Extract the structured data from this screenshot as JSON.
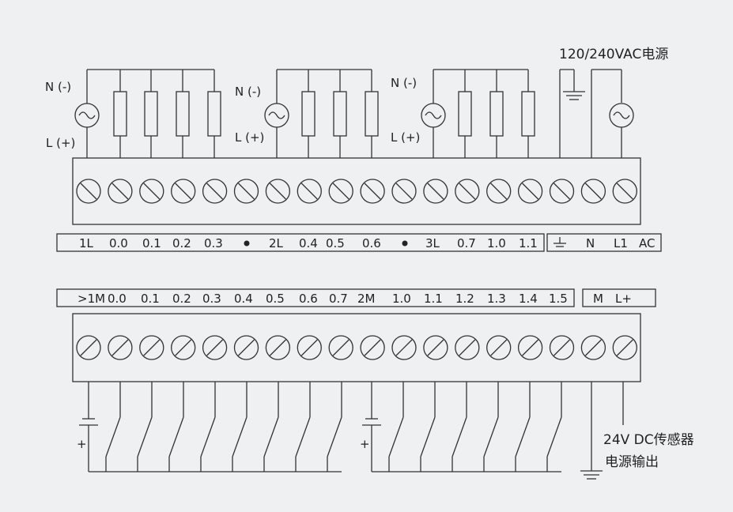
{
  "top_labels": {
    "ac_supply": "120/240VAC电源",
    "neutral_1": "N (-)",
    "line_1": "L (+)",
    "neutral_2": "N (-)",
    "line_2": "L (+)",
    "neutral_3": "N (-)",
    "line_3": "L (+)"
  },
  "output_strip": {
    "group_1": [
      "1L",
      "0.0",
      "0.1",
      "0.2",
      "0.3"
    ],
    "group_2": [
      "2L",
      "0.4",
      "0.5",
      "0.6"
    ],
    "group_3": [
      "3L",
      "0.7",
      "1.0",
      "1.1"
    ],
    "power": [
      "N",
      "L1",
      "AC"
    ]
  },
  "input_strip": {
    "terminals": [
      ">1M",
      "0.0",
      "0.1",
      "0.2",
      "0.3",
      "0.4",
      "0.5",
      "0.6",
      "0.7",
      "2M",
      "1.0",
      "1.1",
      "1.2",
      "1.3",
      "1.4",
      "1.5"
    ],
    "power": [
      "M",
      "L+"
    ]
  },
  "bottom_labels": {
    "sensor_supply_line1": "24V DC传感器",
    "sensor_supply_line2": "电源输出",
    "plus_1": "+",
    "plus_2": "+"
  },
  "colors": {
    "background": "#eef0f1",
    "line": "#333333"
  }
}
